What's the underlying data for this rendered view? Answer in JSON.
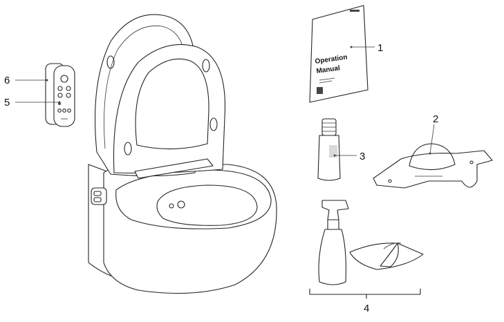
{
  "manual": {
    "title_line1": "Operation",
    "title_line2": "Manual"
  },
  "callouts": [
    "1",
    "2",
    "3",
    "4",
    "5",
    "6"
  ]
}
